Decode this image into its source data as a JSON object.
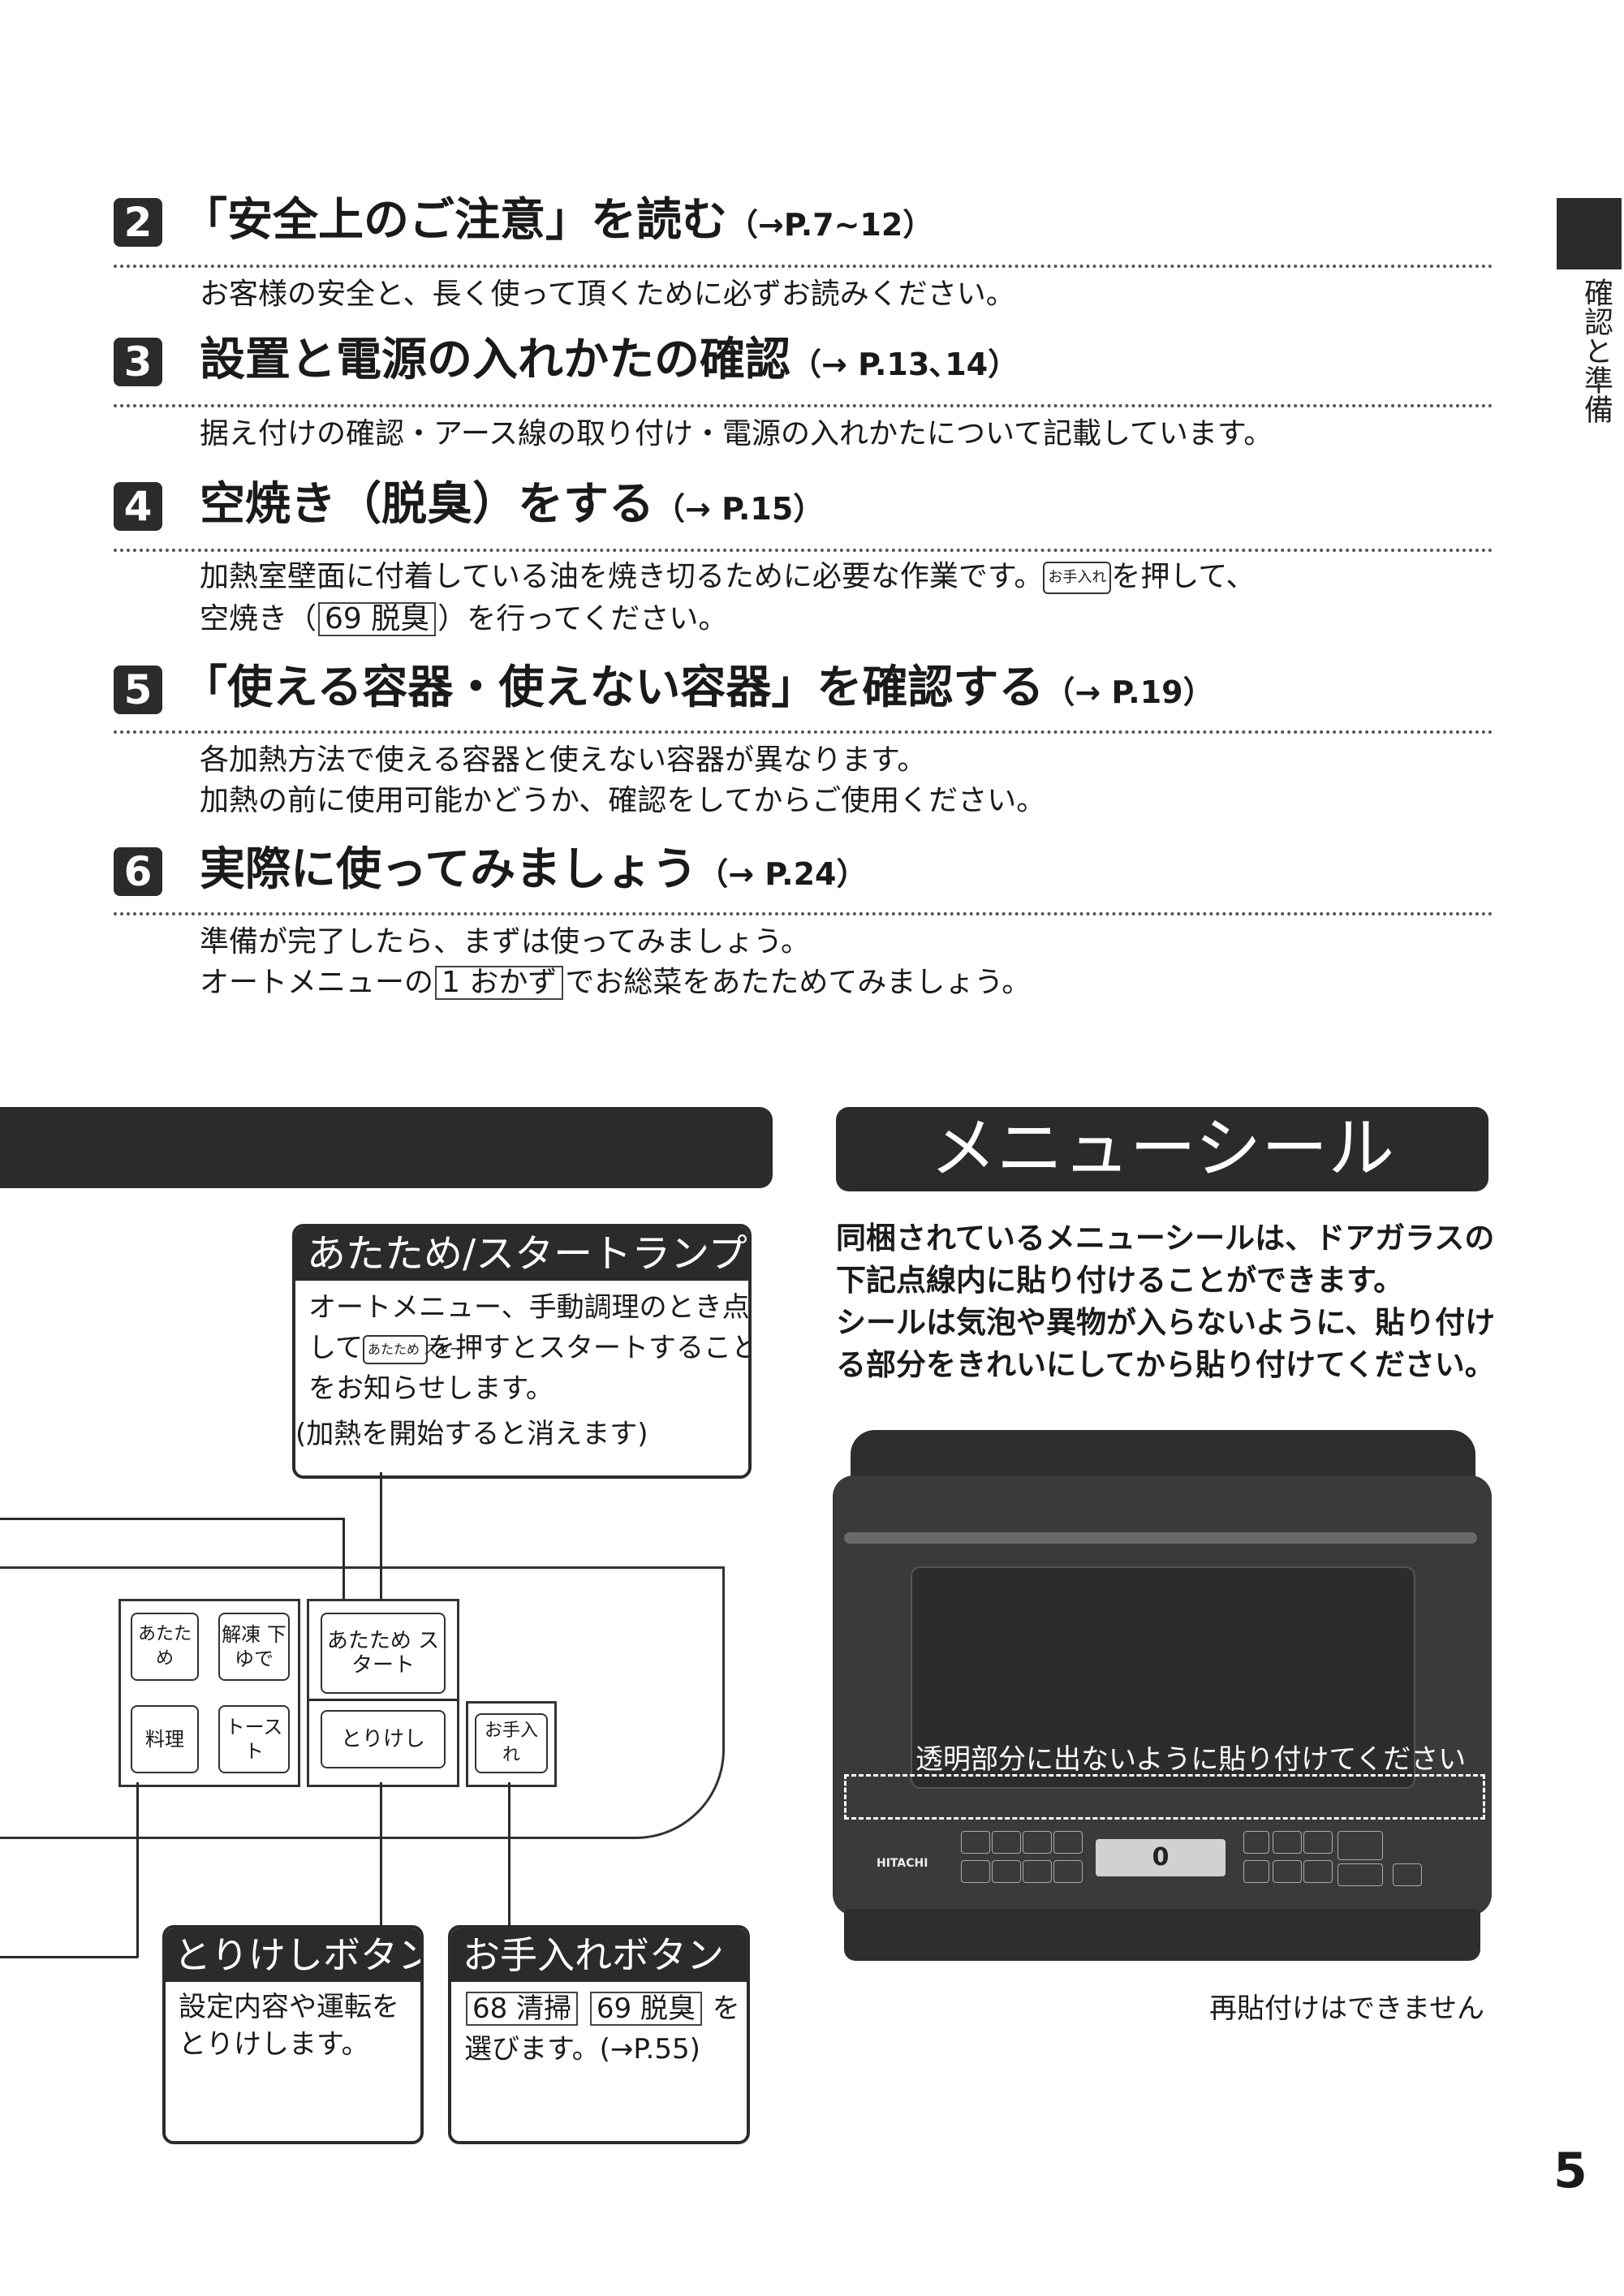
{
  "side_tab": {
    "label": "確認と準備"
  },
  "steps": [
    {
      "num": "2",
      "title": "「安全上のご注意」を読む",
      "ref": "（→P.7~12）",
      "lines": [
        "お客様の安全と、長く使って頂くために必ずお読みください。"
      ]
    },
    {
      "num": "3",
      "title": "設置と電源の入れかたの確認",
      "ref": "（→ P.13､14）",
      "lines": [
        "据え付けの確認・アース線の取り付け・電源の入れかたについて記載しています。"
      ]
    },
    {
      "num": "4",
      "title": "空焼き（脱臭）をする",
      "ref": "（→ P.15）",
      "line1_pre": "加熱室壁面に付着している油を焼き切るために必要な作業です。",
      "line1_btn": "お手入れ",
      "line1_post": "を押して、",
      "line2_pre": "空焼き（",
      "line2_box": "69 脱臭",
      "line2_post": "）を行ってください。"
    },
    {
      "num": "5",
      "title": "「使える容器・使えない容器」を確認する",
      "ref": "（→ P.19）",
      "lines": [
        "各加熱方法で使える容器と使えない容器が異なります。",
        "加熱の前に使用可能かどうか、確認をしてからご使用ください。"
      ]
    },
    {
      "num": "6",
      "title": "実際に使ってみましょう",
      "ref": "（→ P.24）",
      "line1": "準備が完了したら、まずは使ってみましょう。",
      "line2_pre": "オートメニューの",
      "line2_box": "1 おかず",
      "line2_post": "でお総菜をあたためてみましょう。"
    }
  ],
  "menu_seal": {
    "header": "メニューシール",
    "desc": [
      "同梱されているメニューシールは、ドアガラスの",
      "下記点線内に貼り付けることができます。",
      "シールは気泡や異物が入らないように、貼り付け",
      "る部分をきれいにしてから貼り付けてください。"
    ],
    "window_label": "透明部分に出ないように貼り付けてください",
    "brand": "HITACHI",
    "display": "0",
    "footer": "再貼付けはできません"
  },
  "start_lamp": {
    "header": "あたため/スタートランプ",
    "line1": "オートメニュー、手動調理のとき点滅",
    "line2_pre": "して",
    "line2_btn": "あたため スタート",
    "line2_post": "を押すとスタートすること",
    "line3": "をお知らせします。",
    "note": "(加熱を開始すると消えます)"
  },
  "panel_buttons": {
    "warm": "あたため",
    "defrost": "解凍 下ゆで",
    "cook": "料理",
    "toast": "トースト",
    "start": "あたため スタート",
    "cancel": "とりけし",
    "care": "お手入れ"
  },
  "cancel_box": {
    "header": "とりけしボタン",
    "lines": [
      "設定内容や運転を",
      "とりけします。"
    ]
  },
  "care_box": {
    "header": "お手入れボタン",
    "box1": "68 清掃",
    "box2": "69 脱臭",
    "tail": "を",
    "line2": "選びます。(→P.55)"
  },
  "page_number": "5"
}
